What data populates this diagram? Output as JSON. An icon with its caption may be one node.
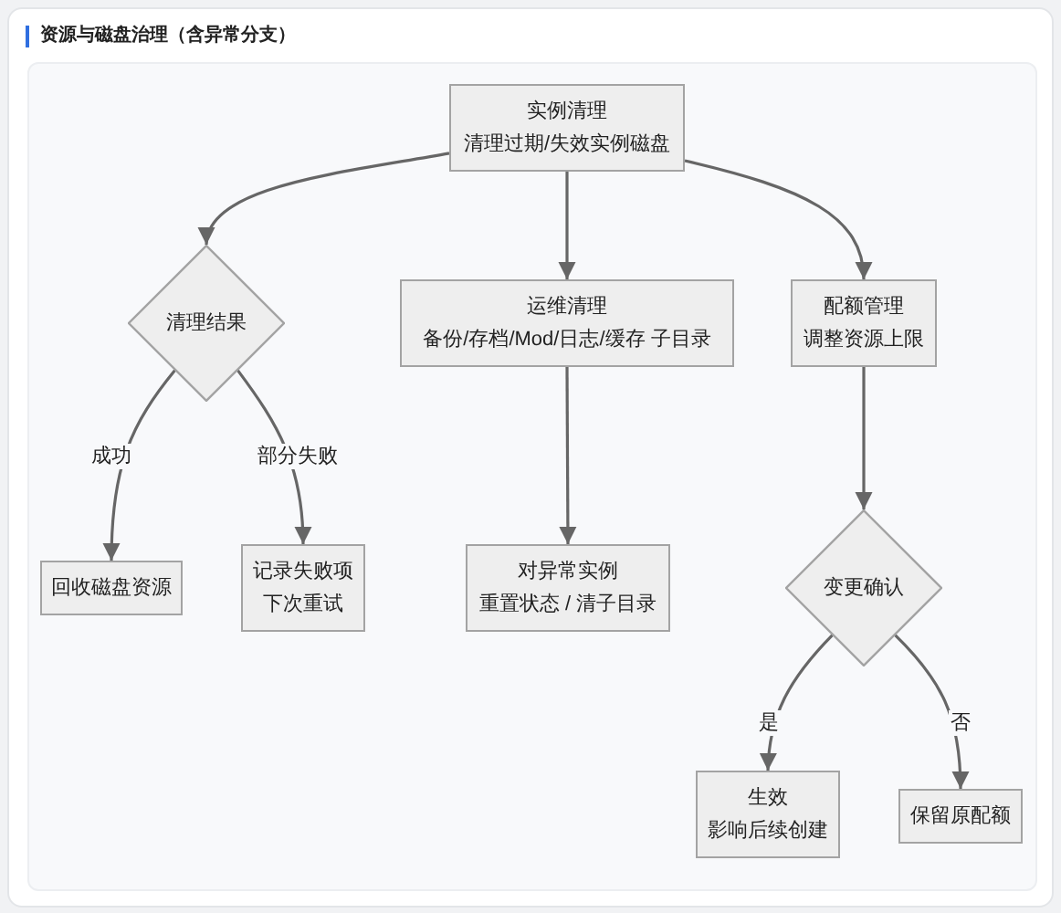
{
  "diagram": {
    "title": "资源与磁盘治理（含异常分支）",
    "nodes": [
      {
        "text": [
          "实例清理",
          "清理过期/失效实例磁盘"
        ]
      },
      {
        "text": [
          "清理结果"
        ]
      },
      {
        "text": [
          "运维清理",
          "备份/存档/Mod/日志/缓存 子目录"
        ]
      },
      {
        "text": [
          "配额管理",
          "调整资源上限"
        ]
      },
      {
        "text": [
          "回收磁盘资源"
        ]
      },
      {
        "text": [
          "记录失败项",
          "下次重试"
        ]
      },
      {
        "text": [
          "对异常实例",
          "重置状态 / 清子目录"
        ]
      },
      {
        "text": [
          "变更确认"
        ]
      },
      {
        "text": [
          "生效",
          "影响后续创建"
        ]
      },
      {
        "text": [
          "保留原配额"
        ]
      }
    ],
    "edges": [
      {
        "from": 0,
        "to": 1,
        "arrow": "to"
      },
      {
        "from": 0,
        "to": 2,
        "arrow": "to"
      },
      {
        "from": 0,
        "to": 3,
        "arrow": "to"
      },
      {
        "from": 1,
        "to": 4,
        "arrow": "to",
        "label": "成功"
      },
      {
        "from": 1,
        "to": 5,
        "arrow": "to",
        "label": "部分失败"
      },
      {
        "from": 2,
        "to": 6,
        "arrow": "to"
      },
      {
        "from": 3,
        "to": 7,
        "arrow": "to"
      },
      {
        "from": 7,
        "to": 8,
        "arrow": "to",
        "label": "是"
      },
      {
        "from": 7,
        "to": 9,
        "arrow": "to",
        "label": "否"
      }
    ]
  }
}
